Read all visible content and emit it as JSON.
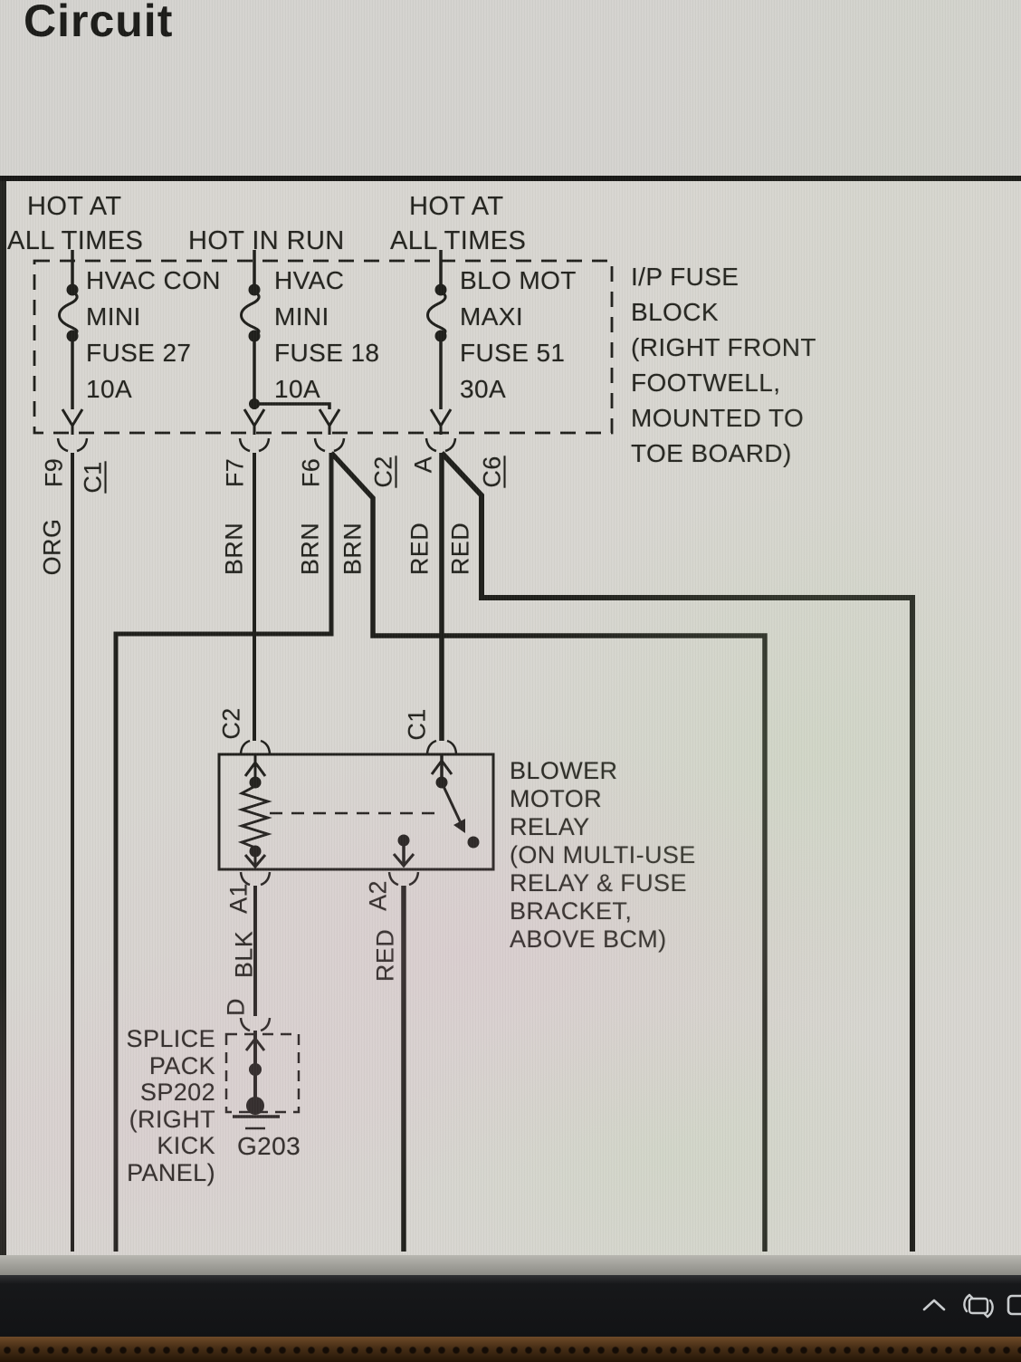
{
  "title": "Circuit",
  "header": {
    "hot_left_1": "HOT AT",
    "hot_left_2": "ALL TIMES",
    "hot_mid": "HOT IN RUN",
    "hot_right_1": "HOT AT",
    "hot_right_2": "ALL TIMES"
  },
  "fuse_block": {
    "name": [
      "I/P FUSE",
      "BLOCK",
      "(RIGHT FRONT",
      "FOOTWELL,",
      "MOUNTED TO",
      "TOE BOARD)"
    ],
    "fuse1": [
      "HVAC CON",
      "MINI",
      "FUSE 27",
      "10A"
    ],
    "fuse2": [
      "HVAC",
      "MINI",
      "FUSE 18",
      "10A"
    ],
    "fuse3": [
      "BLO MOT",
      "MAXI",
      "FUSE 51",
      "30A"
    ]
  },
  "pins": {
    "f9": "F9",
    "c1": "C1",
    "f7": "F7",
    "f6": "F6",
    "c2": "C2",
    "a": "A",
    "c6": "C6"
  },
  "wires": {
    "w1": "ORG",
    "w2": "BRN",
    "w3": "BRN",
    "w3b": "BRN",
    "w4": "RED",
    "w4b": "RED",
    "a1": "BLK",
    "a2": "RED"
  },
  "relay": {
    "name": [
      "BLOWER",
      "MOTOR",
      "RELAY",
      "(ON MULTI-USE",
      "RELAY & FUSE",
      "BRACKET,",
      "ABOVE BCM)"
    ],
    "pin_c2": "C2",
    "pin_c1": "C1",
    "pin_a1": "A1",
    "pin_a2": "A2",
    "pin_d": "D"
  },
  "splice": {
    "name": [
      "SPLICE",
      "PACK",
      "SP202",
      "(RIGHT",
      "KICK",
      "PANEL)"
    ],
    "ground": "G203"
  },
  "taskbar": {
    "chevron_icon": "chevron-up",
    "rotate_icon": "rotate-screen",
    "window_icon": "window"
  },
  "colors": {
    "line": "#1e1e1a",
    "paper": "#d8d6d1",
    "taskbar_bg": "#17181a",
    "icon": "#c9ccce",
    "bezel": "#4a3017"
  }
}
